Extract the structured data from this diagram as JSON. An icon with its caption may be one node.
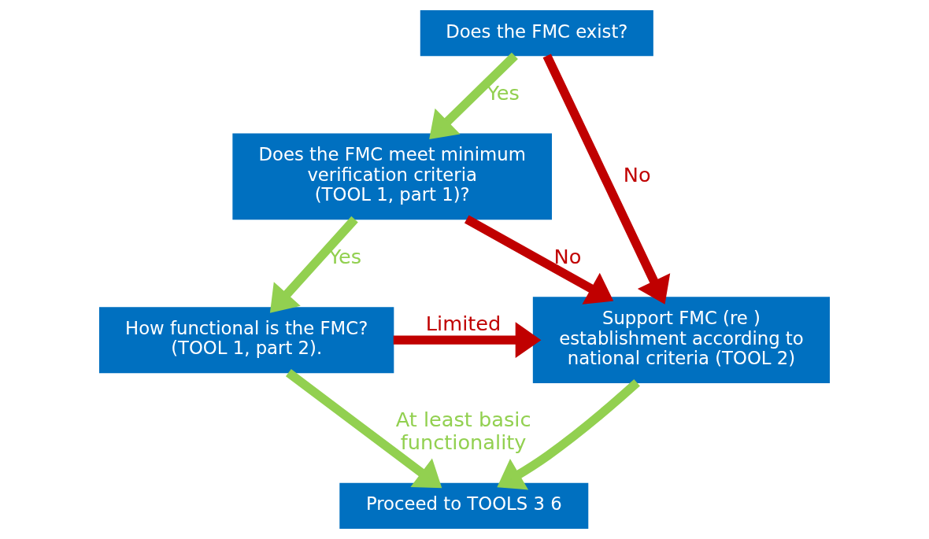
{
  "diagram": {
    "nodes": [
      {
        "text": [
          "Does the FMC exist?"
        ]
      },
      {
        "text": [
          "Does the FMC meet minimum verification criteria (TOOL 1, part 1)?"
        ]
      },
      {
        "text": [
          "How functional is the FMC? (TOOL 1, part 2)."
        ]
      },
      {
        "text": [
          "Support FMC (re ) establishment according to national criteria (TOOL 2)"
        ]
      },
      {
        "text": [
          "Proceed to TOOLS 3 6"
        ]
      }
    ],
    "edges": [
      {
        "from": 0,
        "to": 1,
        "arrow": "to",
        "label": "Yes"
      },
      {
        "from": 0,
        "to": 3,
        "arrow": "to",
        "label": "No",
        "color": "#c00000"
      },
      {
        "from": 1,
        "to": 3,
        "arrow": "to",
        "label": "No",
        "color": "#c00000"
      },
      {
        "from": 1,
        "to": 2,
        "arrow": "to",
        "label": "Yes"
      },
      {
        "from": 2,
        "to": 3,
        "arrow": "to",
        "label": "Limited",
        "color": "#c00000"
      },
      {
        "from": 2,
        "to": 4,
        "arrow": "to",
        "label": "At least basic functionality"
      },
      {
        "from": 3,
        "to": 4,
        "arrow": "to"
      }
    ]
  }
}
